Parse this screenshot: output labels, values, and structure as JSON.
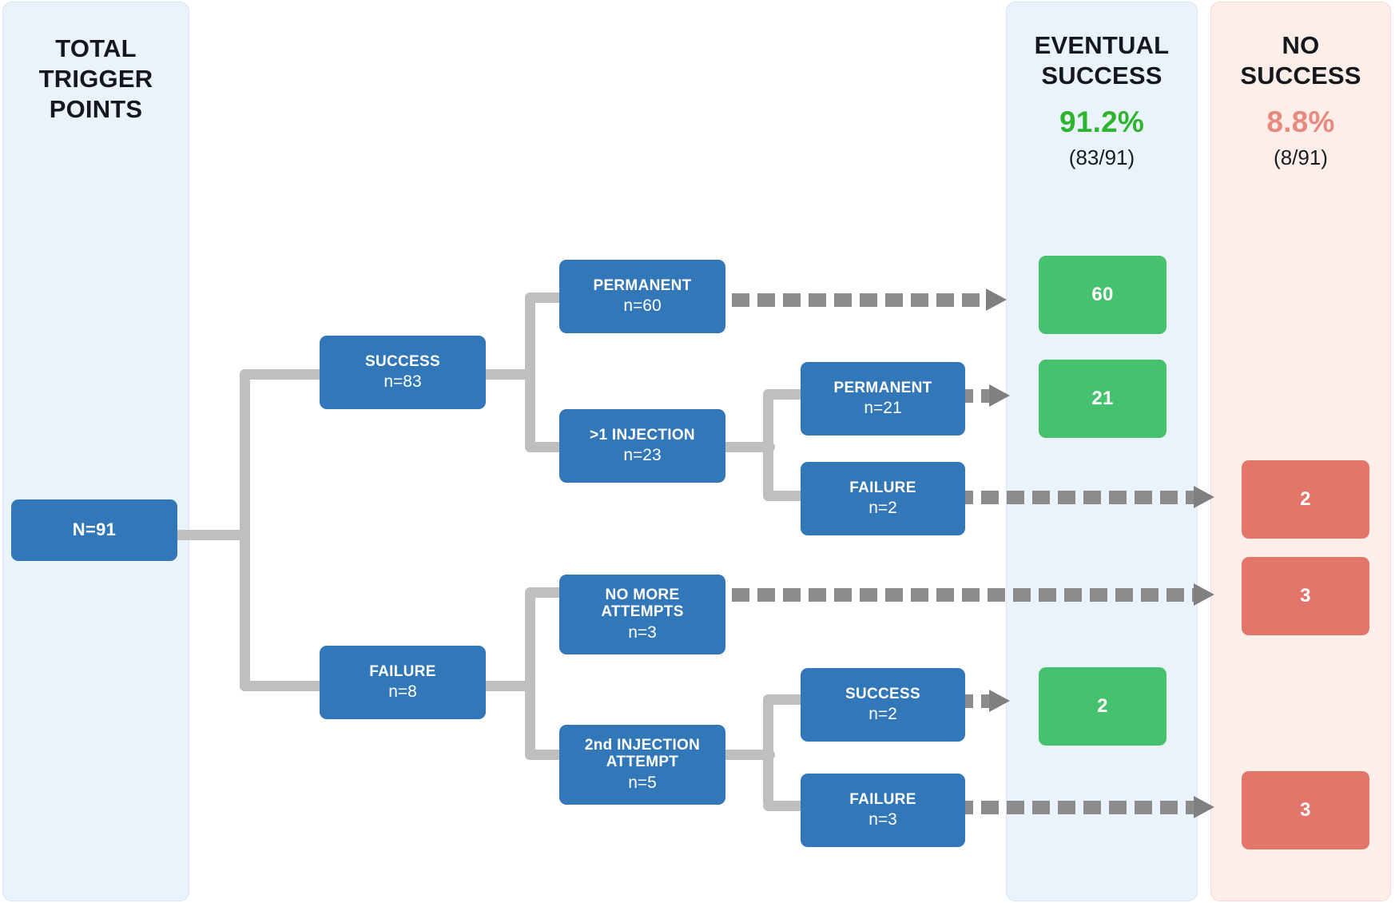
{
  "panels": {
    "left": {
      "title": "TOTAL\nTRIGGER\nPOINTS"
    },
    "success": {
      "title": "EVENTUAL\nSUCCESS",
      "percent": "91.2%",
      "fraction": "(83/91)",
      "color": "#2db52d"
    },
    "nosuccess": {
      "title": "NO\nSUCCESS",
      "percent": "8.8%",
      "fraction": "(8/91)",
      "color": "#e8897d"
    }
  },
  "root": {
    "label": "N=91"
  },
  "nodes": {
    "success_l1": {
      "label": "SUCCESS",
      "count": "n=83"
    },
    "failure_l1": {
      "label": "FAILURE",
      "count": "n=8"
    },
    "permanent_60": {
      "label": "PERMANENT",
      "count": "n=60"
    },
    "injection_23": {
      "label": ">1 INJECTION",
      "count": "n=23"
    },
    "no_more_3": {
      "label": "NO MORE\nATTEMPTS",
      "count": "n=3"
    },
    "second_inj_5": {
      "label": "2nd INJECTION\nATTEMPT",
      "count": "n=5"
    },
    "permanent_21": {
      "label": "PERMANENT",
      "count": "n=21"
    },
    "failure_2": {
      "label": "FAILURE",
      "count": "n=2"
    },
    "success_2": {
      "label": "SUCCESS",
      "count": "n=2"
    },
    "failure_3": {
      "label": "FAILURE",
      "count": "n=3"
    }
  },
  "outcomes": {
    "green_60": {
      "value": "60",
      "kind": "eventual-success"
    },
    "green_21": {
      "value": "21",
      "kind": "eventual-success"
    },
    "green_2": {
      "value": "2",
      "kind": "eventual-success"
    },
    "red_2": {
      "value": "2",
      "kind": "no-success"
    },
    "red_3a": {
      "value": "3",
      "kind": "no-success"
    },
    "red_3b": {
      "value": "3",
      "kind": "no-success"
    }
  },
  "colors": {
    "node_blue": "#3277b8",
    "outcome_green": "#46c26e",
    "outcome_red": "#e3756b",
    "connector": "#bfbfbf",
    "arrow": "#8c8c8c",
    "panel_blue_bg": "#eaf2fb",
    "panel_pink_bg": "#fdeeea"
  },
  "chart_data": {
    "type": "diagram",
    "title": "Trigger point treatment outcome flow",
    "total_n": 91,
    "tree": [
      {
        "level": 1,
        "label": "SUCCESS",
        "n": 83,
        "children": [
          {
            "level": 2,
            "label": "PERMANENT",
            "n": 60,
            "outcome": "eventual-success",
            "outcome_value": 60
          },
          {
            "level": 2,
            "label": ">1 INJECTION",
            "n": 23,
            "children": [
              {
                "level": 3,
                "label": "PERMANENT",
                "n": 21,
                "outcome": "eventual-success",
                "outcome_value": 21
              },
              {
                "level": 3,
                "label": "FAILURE",
                "n": 2,
                "outcome": "no-success",
                "outcome_value": 2
              }
            ]
          }
        ]
      },
      {
        "level": 1,
        "label": "FAILURE",
        "n": 8,
        "children": [
          {
            "level": 2,
            "label": "NO MORE ATTEMPTS",
            "n": 3,
            "outcome": "no-success",
            "outcome_value": 3
          },
          {
            "level": 2,
            "label": "2nd INJECTION ATTEMPT",
            "n": 5,
            "children": [
              {
                "level": 3,
                "label": "SUCCESS",
                "n": 2,
                "outcome": "eventual-success",
                "outcome_value": 2
              },
              {
                "level": 3,
                "label": "FAILURE",
                "n": 3,
                "outcome": "no-success",
                "outcome_value": 3
              }
            ]
          }
        ]
      }
    ],
    "summary": [
      {
        "name": "EVENTUAL SUCCESS",
        "percent": 91.2,
        "numerator": 83,
        "denominator": 91,
        "components": [
          60,
          21,
          2
        ]
      },
      {
        "name": "NO SUCCESS",
        "percent": 8.8,
        "numerator": 8,
        "denominator": 91,
        "components": [
          2,
          3,
          3
        ]
      }
    ]
  }
}
